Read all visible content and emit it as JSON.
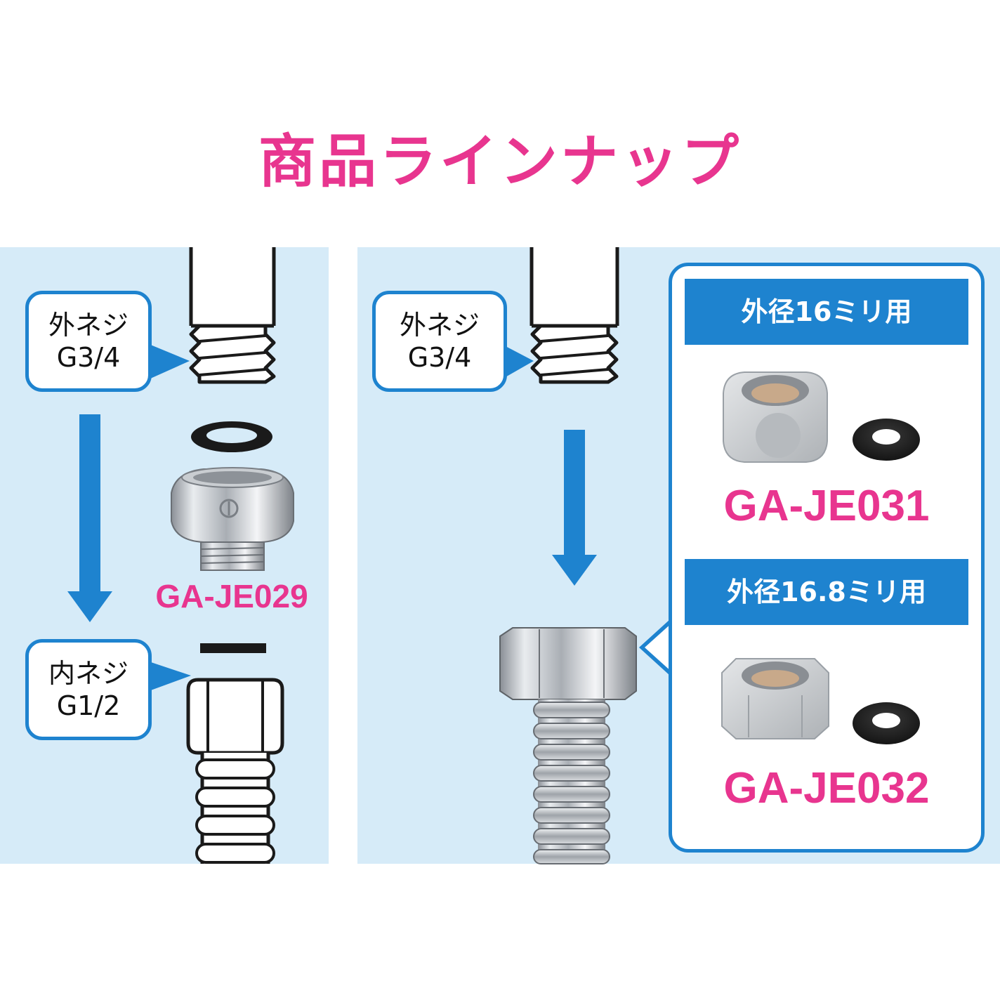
{
  "title": "商品ラインナップ",
  "colors": {
    "pink": "#e8358f",
    "blue": "#1e83cf",
    "panel_bg": "#d6ebf8",
    "black": "#1a1a1a"
  },
  "left": {
    "top_callout": [
      "外ネジ",
      "G3/4"
    ],
    "bottom_callout": [
      "内ネジ",
      "G1/2"
    ],
    "product_code": "GA-JE029"
  },
  "right": {
    "callout": [
      "外ネジ",
      "G3/4"
    ],
    "sizes": [
      {
        "label": "外径16ミリ用",
        "product_code": "GA-JE031"
      },
      {
        "label": "外径16.8ミリ用",
        "product_code": "GA-JE032"
      }
    ]
  },
  "icons": [
    "pipe-icon",
    "thread-icon",
    "arrow-down-icon",
    "gasket-icon",
    "adapter-nut-icon",
    "hex-nut-icon",
    "flexible-hose-icon"
  ]
}
